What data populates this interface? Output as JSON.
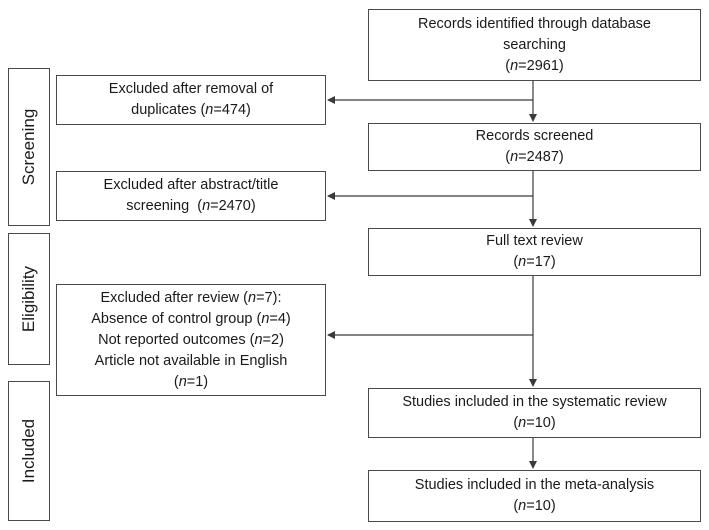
{
  "phases": {
    "screening": "Screening",
    "eligibility": "Eligibility",
    "included": "Included"
  },
  "boxes": {
    "identified": {
      "l1": "Records identified through database",
      "l2": "searching",
      "n_pre": "(",
      "n_var": "n",
      "n_post": "=2961)"
    },
    "dup_excluded": {
      "l1": "Excluded after removal of",
      "l2_pre": "duplicates (",
      "l2_var": "n",
      "l2_post": "=474)"
    },
    "screened": {
      "l1": "Records screened",
      "n_pre": "(",
      "n_var": "n",
      "n_post": "=2487)"
    },
    "abstract_excluded": {
      "l1": "Excluded after abstract/title",
      "l2_pre": "screening  (",
      "l2_var": "n",
      "l2_post": "=2470)"
    },
    "fulltext": {
      "l1": "Full text review",
      "n_pre": "(",
      "n_var": "n",
      "n_post": "=17)"
    },
    "review_excluded": {
      "l1_pre": "Excluded after review (",
      "l1_var": "n",
      "l1_post": "=7):",
      "l2_pre": "Absence of control group (",
      "l2_var": "n",
      "l2_post": "=4)",
      "l3_pre": "Not reported outcomes (",
      "l3_var": "n",
      "l3_post": "=2)",
      "l4": "Article not available in English",
      "l5_pre": "(",
      "l5_var": "n",
      "l5_post": "=1)"
    },
    "systematic": {
      "l1": "Studies included in the systematic review",
      "n_pre": "(",
      "n_var": "n",
      "n_post": "=10)"
    },
    "meta": {
      "l1": "Studies included in the meta-analysis",
      "n_pre": "(",
      "n_var": "n",
      "n_post": "=10)"
    }
  }
}
